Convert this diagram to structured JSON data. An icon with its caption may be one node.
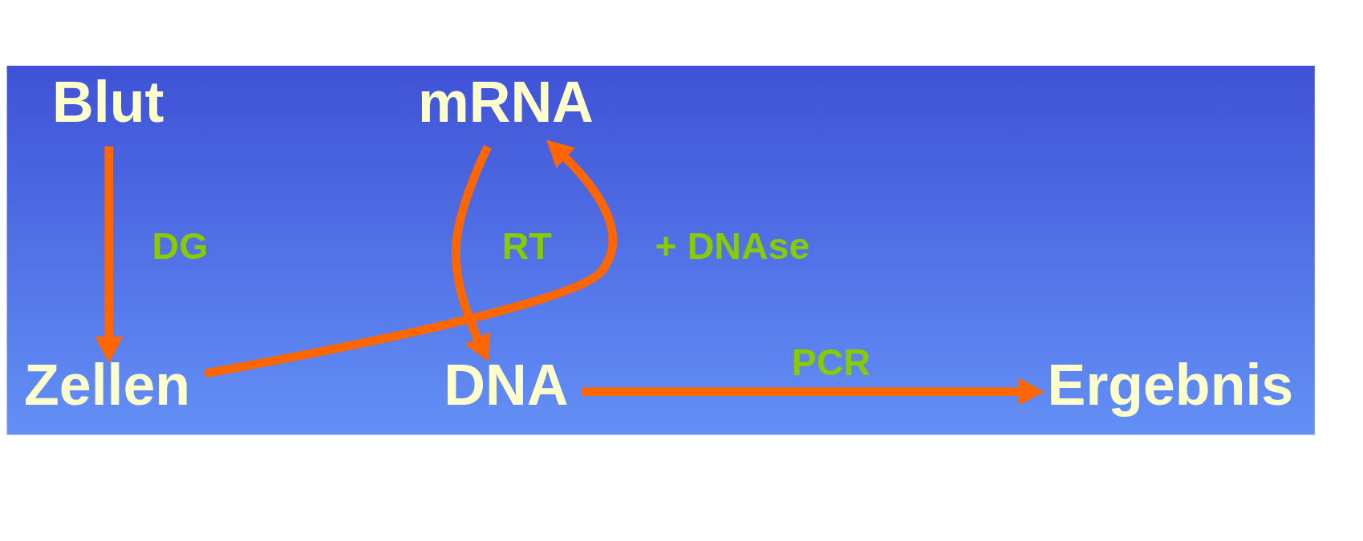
{
  "diagram": {
    "nodes": [
      {
        "text": [
          "Blut"
        ]
      },
      {
        "text": [
          "mRNA"
        ]
      },
      {
        "text": [
          "Ergebnis"
        ]
      },
      {
        "text": [
          "Zellen"
        ]
      },
      {
        "text": [
          "DNA"
        ]
      }
    ],
    "edges": [
      {
        "from": 0,
        "to": 3,
        "arrow": "to",
        "label": "DG"
      },
      {
        "from": 3,
        "to": 1,
        "arrow": "to",
        "label": "+ DNAse"
      },
      {
        "from": 1,
        "to": 4,
        "arrow": "to",
        "label": "RT"
      },
      {
        "from": 4,
        "to": 2,
        "arrow": "to",
        "label": "PCR"
      }
    ]
  }
}
